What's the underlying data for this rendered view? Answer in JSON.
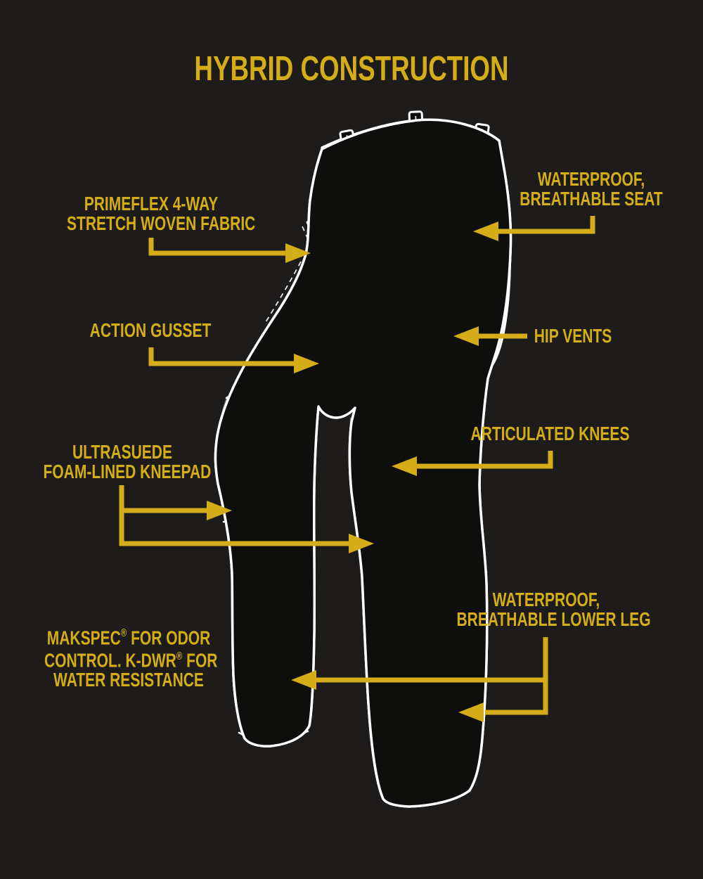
{
  "title": "HYBRID CONSTRUCTION",
  "colors": {
    "background": "#1d1c1a",
    "accent_gold": "#d4ad18",
    "line_white": "#ffffff",
    "pants_black": "#0e0e0c",
    "seat_gray": "#868686",
    "knee_panel_gray": "#6b6b6b",
    "lower_leg_gray": "#5e5e5e"
  },
  "callouts": [
    {
      "id": "primeflex",
      "lines": [
        "PRIMEFLEX 4-WAY",
        "STRETCH WOVEN FABRIC"
      ]
    },
    {
      "id": "seat",
      "lines": [
        "WATERPROOF,",
        "BREATHABLE SEAT"
      ]
    },
    {
      "id": "action-gusset",
      "lines": [
        "ACTION GUSSET"
      ]
    },
    {
      "id": "hip-vents",
      "lines": [
        "HIP VENTS"
      ]
    },
    {
      "id": "kneepad",
      "lines": [
        "ULTRASUEDE",
        "FOAM-LINED KNEEPAD"
      ]
    },
    {
      "id": "articulated-knees",
      "lines": [
        "ARTICULATED KNEES"
      ]
    },
    {
      "id": "makspec",
      "lines": [
        "MAKSPEC® FOR ODOR",
        "CONTROL. K-DWR® FOR",
        "WATER RESISTANCE"
      ]
    },
    {
      "id": "lower-leg",
      "lines": [
        "WATERPROOF,",
        "BREATHABLE LOWER LEG"
      ]
    }
  ]
}
